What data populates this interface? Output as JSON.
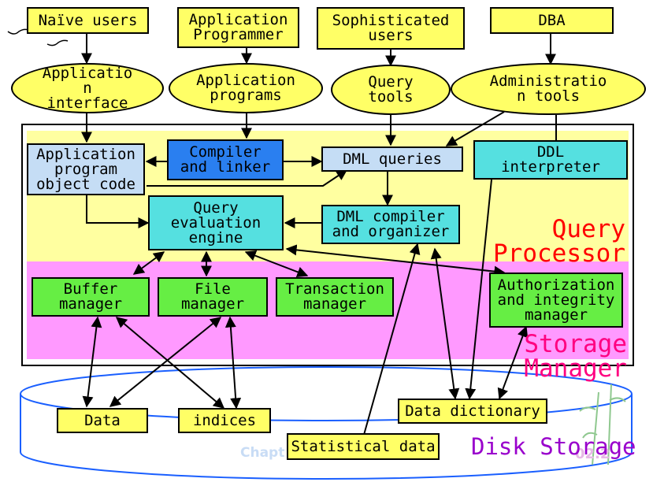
{
  "users": {
    "naive": "Naïve users",
    "app_programmer": "Application\nProgrammer",
    "sophisticated": "Sophisticated\nusers",
    "dba": "DBA"
  },
  "interfaces": {
    "app_interface": "Applicatio\nn\ninterface",
    "app_programs": "Application\nprograms",
    "query_tools": "Query\ntools",
    "admin_tools": "Administratio\nn tools"
  },
  "query_processor": {
    "app_object_code": "Application\nprogram\nobject code",
    "compiler_linker": "Compiler\nand linker",
    "dml_queries": "DML queries",
    "ddl_interpreter": "DDL\ninterpreter",
    "query_eval_engine": "Query\nevaluation\nengine",
    "dml_compiler": "DML compiler\nand organizer",
    "label": "Query\nProcessor"
  },
  "storage_manager": {
    "buffer_manager": "Buffer\nmanager",
    "file_manager": "File\nmanager",
    "transaction_manager": "Transaction\nmanager",
    "auth_integrity": "Authorization\nand integrity\nmanager",
    "label": "Storage Manager"
  },
  "disk_storage": {
    "data": "Data",
    "indices": "indices",
    "data_dictionary": "Data dictionary",
    "statistical_data": "Statistical data",
    "label": "Disk Storage",
    "watermark": "Chapt",
    "page_number": "02.2"
  },
  "colors": {
    "query_processor_label": "#ff0000",
    "storage_manager_label": "#ff0080",
    "disk_storage_label": "#9900cc",
    "cylinder_stroke": "#1a5fff",
    "query_processor_bg": "#ffffa0",
    "storage_manager_bg": "#ff99ff"
  }
}
